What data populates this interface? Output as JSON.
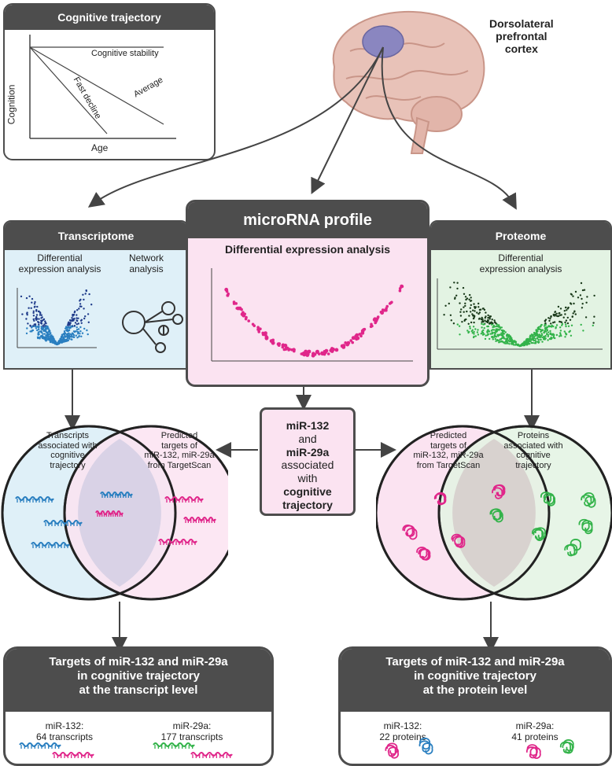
{
  "cognitive": {
    "title": "Cognitive trajectory",
    "y_axis": "Cognition",
    "x_axis": "Age",
    "lines": {
      "stable": "Cognitive stability",
      "average": "Average",
      "fast": "Fast decline"
    }
  },
  "brain": {
    "region_label": "Dorsolateral\nprefrontal\ncortex"
  },
  "transcriptome": {
    "title": "Transcriptome",
    "diff_label": "Differential\nexpression analysis",
    "network_label": "Network\nanalysis"
  },
  "mirna": {
    "title": "microRNA profile",
    "subtitle": "Differential expression analysis"
  },
  "proteome": {
    "title": "Proteome",
    "diff_label": "Differential\nexpression analysis"
  },
  "center": {
    "line1": "miR-132",
    "line2": "and",
    "line3": "miR-29a",
    "line4": "associated",
    "line5": "with",
    "line6": "cognitive",
    "line7": "trajectory"
  },
  "venn_left": {
    "left_label": "Transcripts\nassociated with\ncognitive\ntrajectory",
    "right_label": "Predicted\ntargets of\nmiR-132, miR-29a\nfrom TargetScan"
  },
  "venn_right": {
    "left_label": "Predicted\ntargets of\nmiR-132, miR-29a\nfrom TargetScan",
    "right_label": "Proteins\nassociated with\ncognitive\ntrajectory"
  },
  "bottom_left": {
    "title": "Targets of miR-132 and miR-29a\nin cognitive trajectory\nat the transcript level",
    "col1": "miR-132:\n64 transcripts",
    "col2": "miR-29a:\n177 transcripts"
  },
  "bottom_right": {
    "title": "Targets of miR-132 and miR-29a\nin cognitive trajectory\nat the protein level",
    "col1": "miR-132:\n22 proteins",
    "col2": "miR-29a:\n41 proteins"
  },
  "colors": {
    "dark": "#4d4d4d",
    "blue_bg": "#dff0f8",
    "pink_bg": "#fbe3f1",
    "green_bg": "#e3f3e3",
    "blue": "#2a7fc0",
    "pink": "#e0268a",
    "green": "#33b34a"
  }
}
